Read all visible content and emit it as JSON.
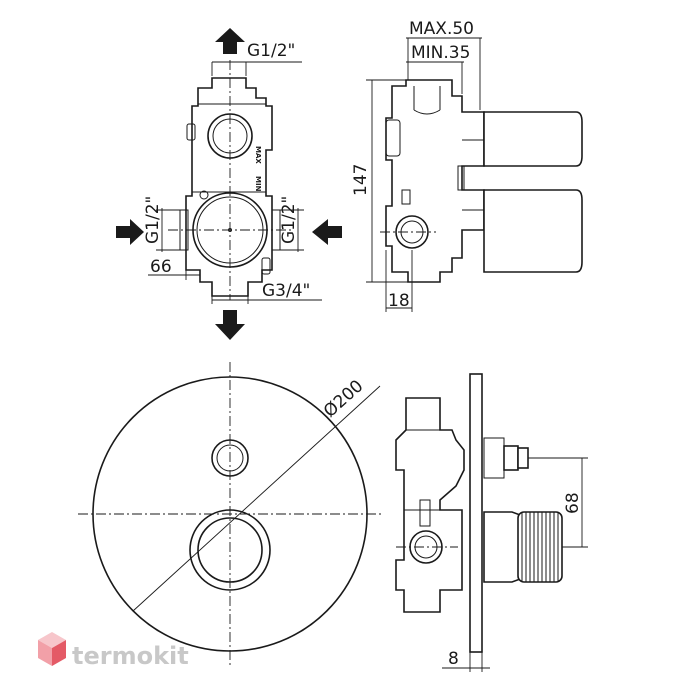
{
  "labels": {
    "g12_top": "G1/2\"",
    "g12_left": "G1/2\"",
    "g12_right": "G1/2\"",
    "g34": "G3/4\"",
    "dim_66": "66",
    "max50": "MAX.50",
    "min35": "MIN.35",
    "dim_147": "147",
    "dim_18": "18",
    "dia200": "Ø200",
    "dim_68": "68",
    "dim_8": "8",
    "body_max": "MAX",
    "body_min": "MIN"
  },
  "watermark": {
    "text": "termokit",
    "logo_colors": [
      "#f2a0a8",
      "#e45a66",
      "#f7c6cb"
    ]
  }
}
